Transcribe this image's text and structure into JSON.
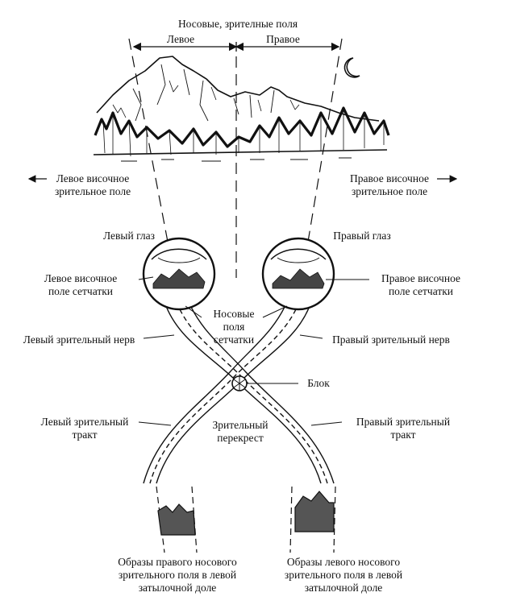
{
  "title": "Носовые, зрителные поля",
  "fields": {
    "left": "Левое",
    "right": "Правое"
  },
  "temporal_fields": {
    "left": [
      "Левое височное",
      "зрительное поле"
    ],
    "right": [
      "Правое височное",
      "зрительное поле"
    ]
  },
  "eyes": {
    "left": "Левый глаз",
    "right": "Правый глаз"
  },
  "retina_temporal": {
    "left": [
      "Левое височное",
      "поле сетчатки"
    ],
    "right": [
      "Правое височное",
      "поле сетчатки"
    ]
  },
  "nasal_retina": [
    "Носовые",
    "поля",
    "сетчатки"
  ],
  "optic_nerve": {
    "left": "Левый зрительный нерв",
    "right": "Правый зрительный нерв"
  },
  "block": "Блок",
  "optic_tract": {
    "left": [
      "Левый зрительный",
      "тракт"
    ],
    "right": [
      "Правый зрительный",
      "тракт"
    ]
  },
  "chiasm": [
    "Зрительный",
    "перекрест"
  ],
  "images": {
    "left": [
      "Образы правого носового",
      "зрительного поля в левой",
      "затылочной доле"
    ],
    "right": [
      "Образы левого носового",
      "зрительного поля в левой",
      "затылочной доле"
    ]
  },
  "icons": [
    "moon-icon",
    "mountain-landscape",
    "eyeball-icon",
    "chiasm-block-icon",
    "occipital-image"
  ]
}
